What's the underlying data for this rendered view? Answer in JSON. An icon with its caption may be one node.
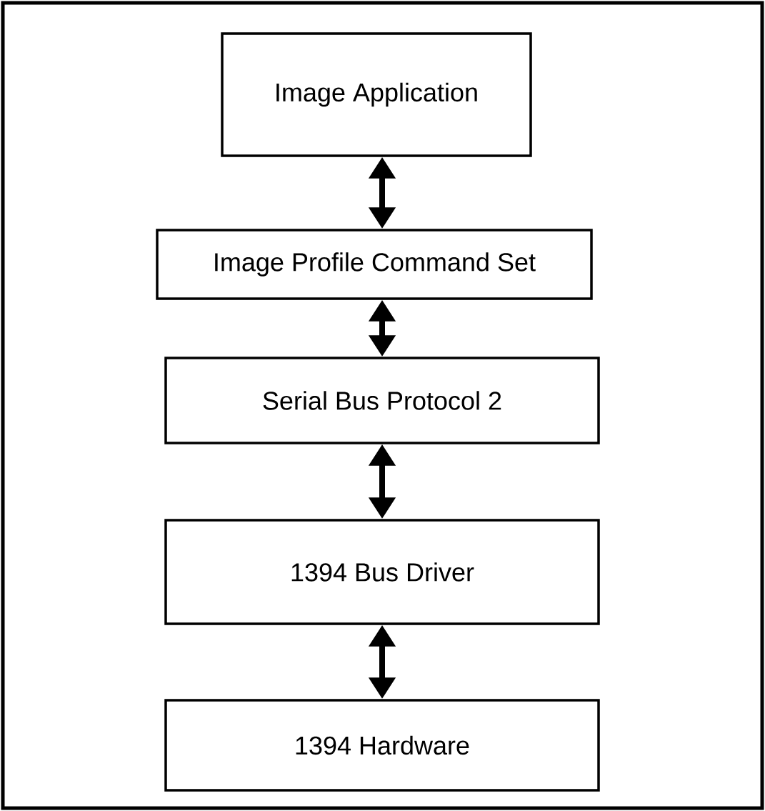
{
  "diagram": {
    "nodes": [
      {
        "text": [
          "Image Application"
        ]
      },
      {
        "text": [
          "Image Profile Command Set"
        ]
      },
      {
        "text": [
          "Serial Bus Protocol 2"
        ]
      },
      {
        "text": [
          "1394 Bus Driver"
        ]
      },
      {
        "text": [
          "1394 Hardware"
        ]
      }
    ],
    "edges": [
      {
        "from": 0,
        "to": 1,
        "arrow": "both"
      },
      {
        "from": 1,
        "to": 2,
        "arrow": "both"
      },
      {
        "from": 2,
        "to": 3,
        "arrow": "both"
      },
      {
        "from": 3,
        "to": 4,
        "arrow": "both"
      }
    ]
  }
}
